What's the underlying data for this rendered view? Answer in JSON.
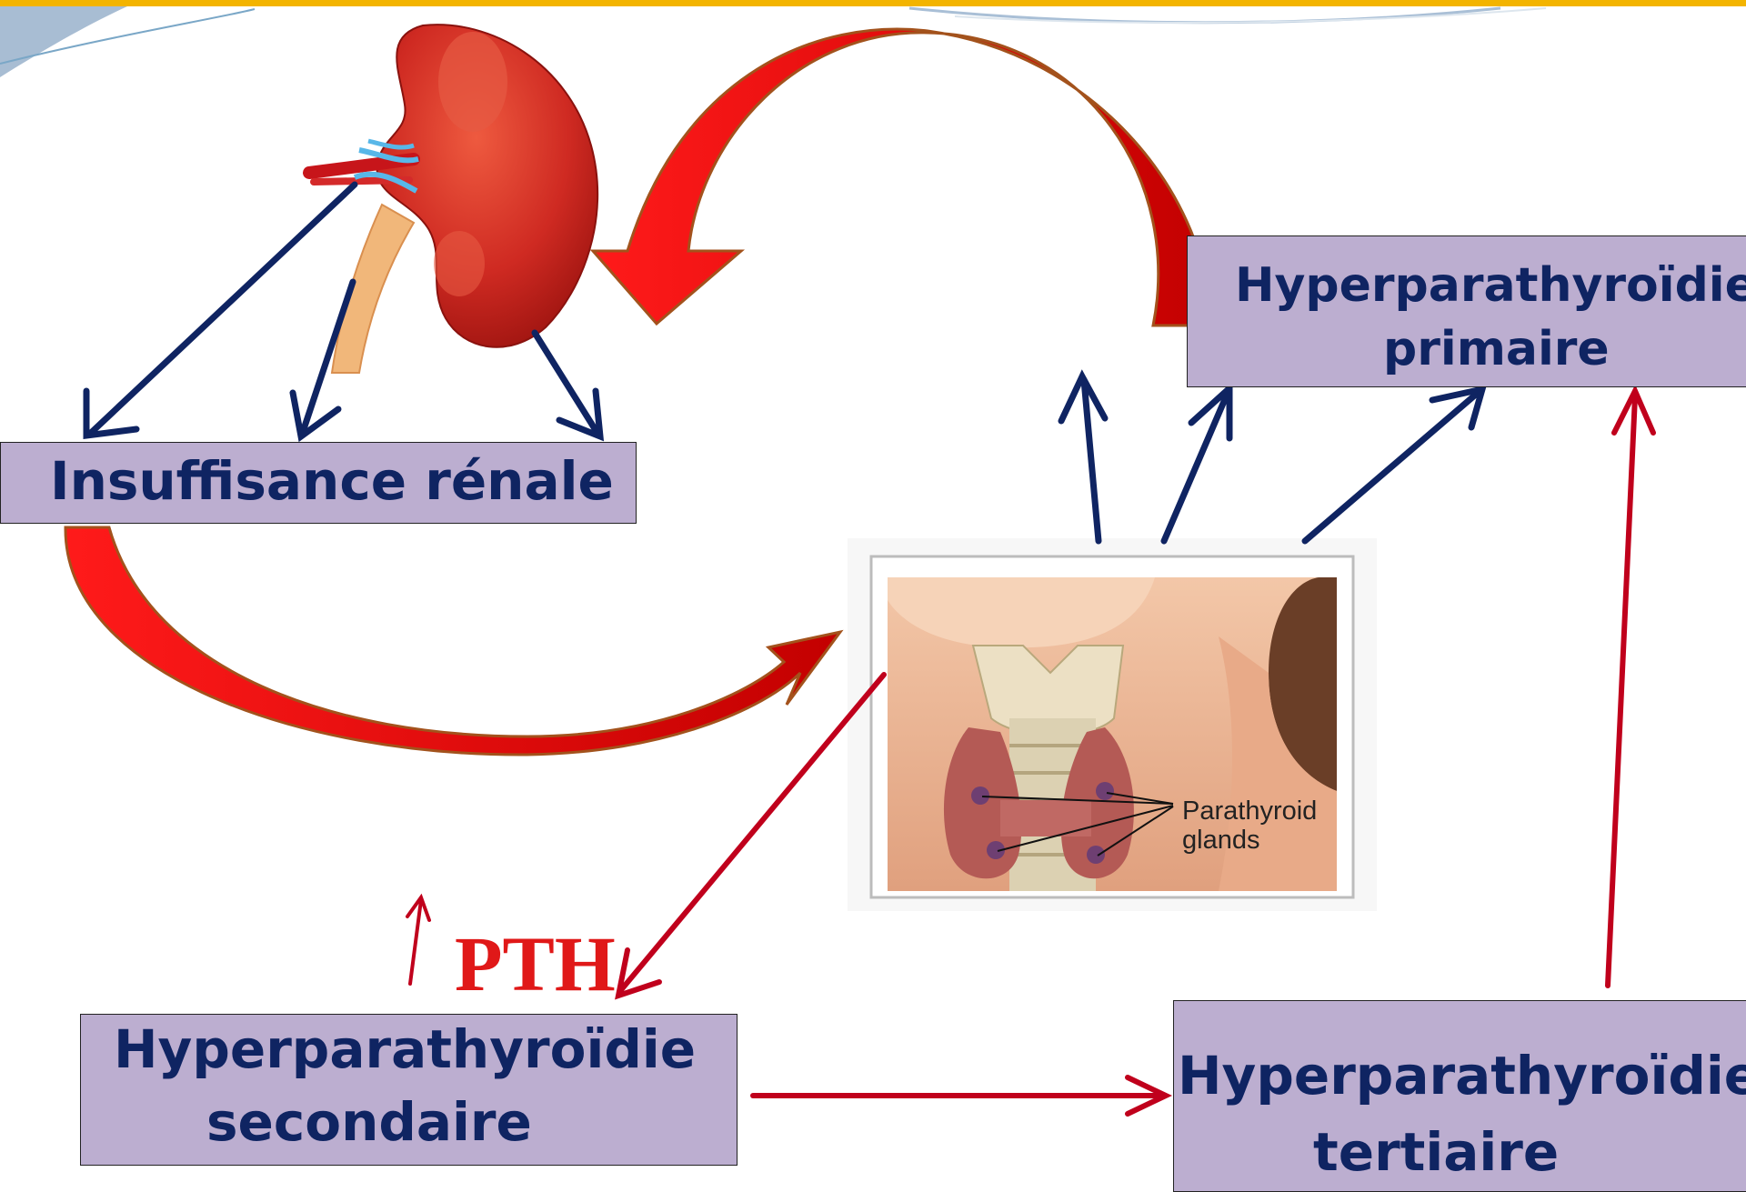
{
  "boxes": {
    "insuffisance_renale": "Insuffisance rénale",
    "primaire_line1": "Hyperparathyroïdie",
    "primaire_line2": "primaire",
    "secondaire_line1": "Hyperparathyroïdie",
    "secondaire_line2": "secondaire",
    "tertiaire_line1": "Hyperparathyroïdie",
    "tertiaire_line2": "tertiaire"
  },
  "pth_label": "PTH",
  "illustration": {
    "label_line1": "Parathyroid",
    "label_line2": "glands"
  },
  "colors": {
    "box_fill": "#bcaed0",
    "box_text": "#0f2462",
    "arrow_navy": "#0f2462",
    "arrow_red": "#c0001c",
    "curved_arrow": "#e60000",
    "pth_text": "#e01818"
  }
}
